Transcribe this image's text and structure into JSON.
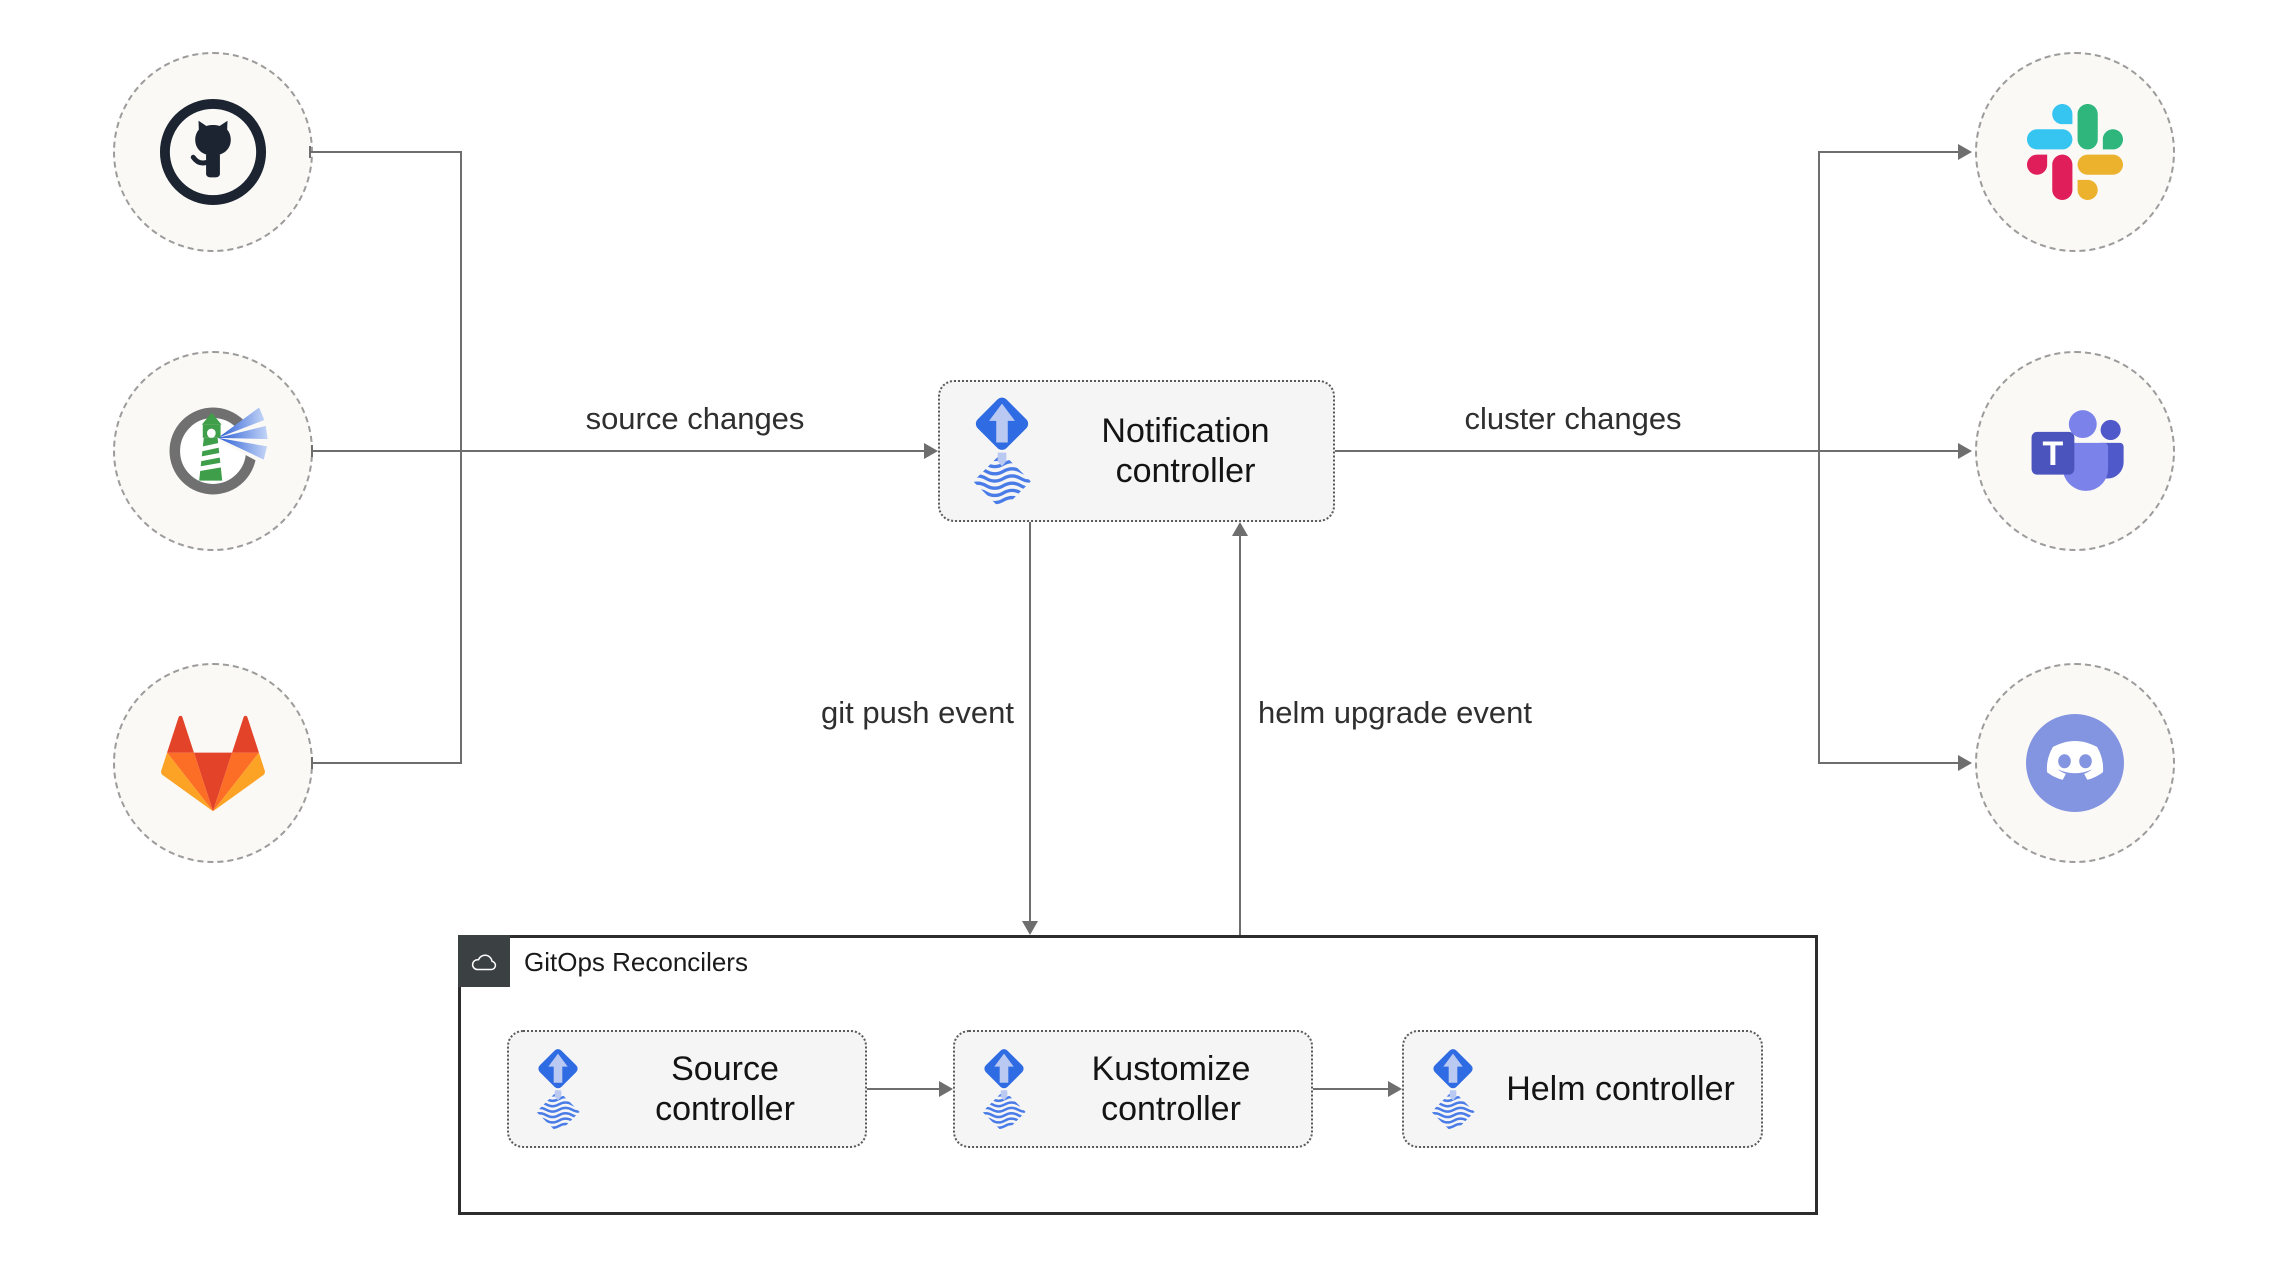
{
  "edges": {
    "source_changes": "source changes",
    "cluster_changes": "cluster changes",
    "git_push": "git push event",
    "helm_upgrade": "helm upgrade event"
  },
  "nodes": {
    "notification": {
      "label": "Notification controller",
      "icon": "flux-icon"
    },
    "source": {
      "label": "Source controller",
      "icon": "flux-icon"
    },
    "kustomize": {
      "label": "Kustomize controller",
      "icon": "flux-icon"
    },
    "helm": {
      "label": "Helm controller",
      "icon": "flux-icon"
    }
  },
  "group": {
    "label": "GitOps Reconcilers",
    "badge_icon": "cloud-icon"
  },
  "sources": [
    {
      "id": "github",
      "icon": "github-icon"
    },
    {
      "id": "harbor",
      "icon": "harbor-lighthouse-icon"
    },
    {
      "id": "gitlab",
      "icon": "gitlab-icon"
    }
  ],
  "targets": [
    {
      "id": "slack",
      "icon": "slack-icon"
    },
    {
      "id": "teams",
      "icon": "microsoft-teams-icon",
      "letter": "T"
    },
    {
      "id": "discord",
      "icon": "discord-icon"
    }
  ],
  "colors": {
    "line": "#6e6e6e",
    "box_fill": "#f5f5f5",
    "circle_fill": "#faf9f6",
    "group_border": "#2d2d2d",
    "badge_bg": "#3b4043",
    "flux_blue": "#2f6be2",
    "flux_light": "#b9c9f2",
    "github_dark": "#1b2430",
    "harbor_green": "#3f9e49",
    "gitlab": [
      "#e24329",
      "#fc6d26",
      "#fca326"
    ],
    "slack": [
      "#36c5f0",
      "#2eb67d",
      "#ecb22e",
      "#e01e5a"
    ],
    "teams": [
      "#7b83eb",
      "#5059c9",
      "#4b53bc"
    ],
    "discord": "#8394e0"
  }
}
